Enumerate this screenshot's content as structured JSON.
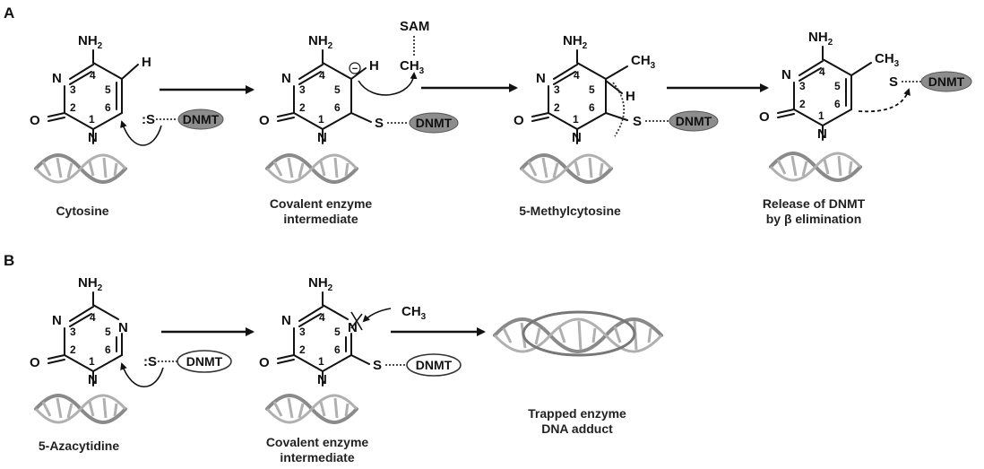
{
  "panels": [
    {
      "letter": "A",
      "steps": [
        {
          "caption": [
            "Cytosine"
          ],
          "enzyme": "DNMT",
          "sulfur": ":S",
          "amine": "NH",
          "amine_sub": "2",
          "substituent": "H",
          "ring_atoms": [
            "N",
            "O",
            "N"
          ],
          "ring_numbers": [
            "4",
            "3",
            "5",
            "2",
            "6",
            "1"
          ]
        },
        {
          "caption": [
            "Covalent enzyme",
            "intermediate"
          ],
          "enzyme": "DNMT",
          "sulfur": "S",
          "amine": "NH",
          "amine_sub": "2",
          "substituent": "H",
          "charge": "−",
          "donor": "SAM",
          "methyl": "CH",
          "methyl_sub": "3",
          "ring_atoms": [
            "N",
            "O",
            "N"
          ],
          "ring_numbers": [
            "4",
            "3",
            "5",
            "2",
            "6",
            "1"
          ]
        },
        {
          "caption": [
            "5-Methylcytosine"
          ],
          "enzyme": "DNMT",
          "sulfur": "S",
          "amine": "NH",
          "amine_sub": "2",
          "substituent": "H",
          "methyl": "CH",
          "methyl_sub": "3",
          "ring_atoms": [
            "N",
            "O",
            "N"
          ],
          "ring_numbers": [
            "4",
            "3",
            "5",
            "2",
            "6",
            "1"
          ]
        },
        {
          "caption": [
            "Release of DNMT",
            "by β elimination"
          ],
          "enzyme": "DNMT",
          "sulfur": "S",
          "amine": "NH",
          "amine_sub": "2",
          "methyl": "CH",
          "methyl_sub": "3",
          "ring_atoms": [
            "N",
            "O",
            "N"
          ],
          "ring_numbers": [
            "4",
            "3",
            "5",
            "2",
            "6",
            "1"
          ]
        }
      ]
    },
    {
      "letter": "B",
      "steps": [
        {
          "caption": [
            "5-Azacytidine"
          ],
          "enzyme": "DNMT",
          "sulfur": ":S",
          "amine": "NH",
          "amine_sub": "2",
          "ring_atoms": [
            "N",
            "O",
            "N",
            "N"
          ],
          "ring_numbers": [
            "4",
            "3",
            "5",
            "2",
            "6",
            "1"
          ]
        },
        {
          "caption": [
            "Covalent enzyme",
            "intermediate"
          ],
          "enzyme": "DNMT",
          "sulfur": "S",
          "amine": "NH",
          "amine_sub": "2",
          "methyl": "CH",
          "methyl_sub": "3",
          "ring_atoms": [
            "N",
            "O",
            "N",
            "N"
          ],
          "ring_numbers": [
            "4",
            "3",
            "5",
            "2",
            "6",
            "1"
          ]
        },
        {
          "caption": [
            "Trapped enzyme",
            "DNA adduct"
          ]
        }
      ]
    }
  ]
}
